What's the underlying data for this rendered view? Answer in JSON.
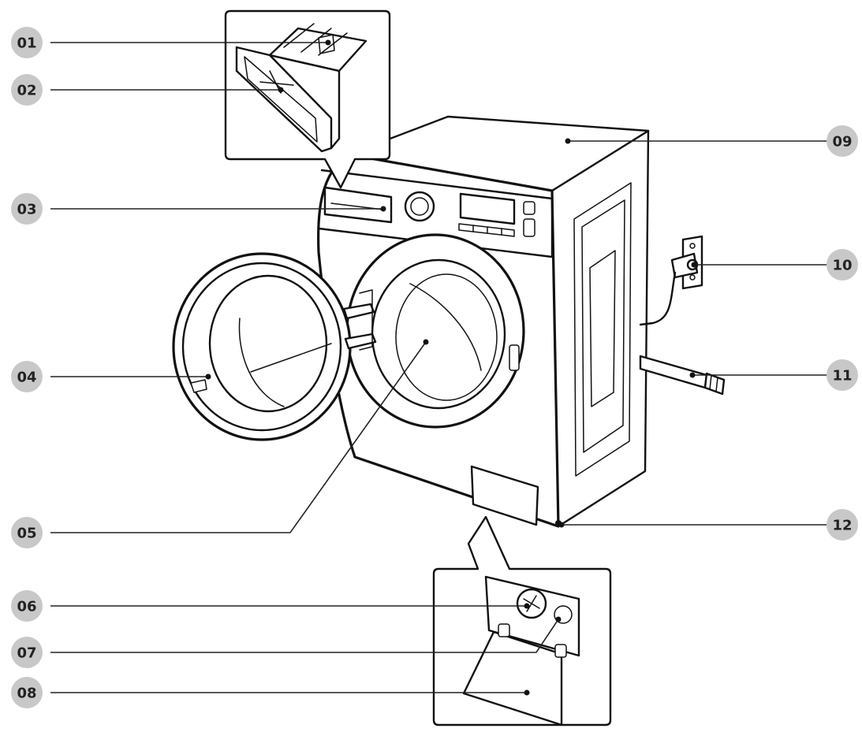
{
  "callouts": [
    {
      "id": "01",
      "label": "01"
    },
    {
      "id": "02",
      "label": "02"
    },
    {
      "id": "03",
      "label": "03"
    },
    {
      "id": "04",
      "label": "04"
    },
    {
      "id": "05",
      "label": "05"
    },
    {
      "id": "06",
      "label": "06"
    },
    {
      "id": "07",
      "label": "07"
    },
    {
      "id": "08",
      "label": "08"
    },
    {
      "id": "09",
      "label": "09"
    },
    {
      "id": "10",
      "label": "10"
    },
    {
      "id": "11",
      "label": "11"
    },
    {
      "id": "12",
      "label": "12"
    }
  ],
  "colors": {
    "badge_fill": "#c8c8c8",
    "ink": "#111111",
    "background": "#ffffff"
  }
}
